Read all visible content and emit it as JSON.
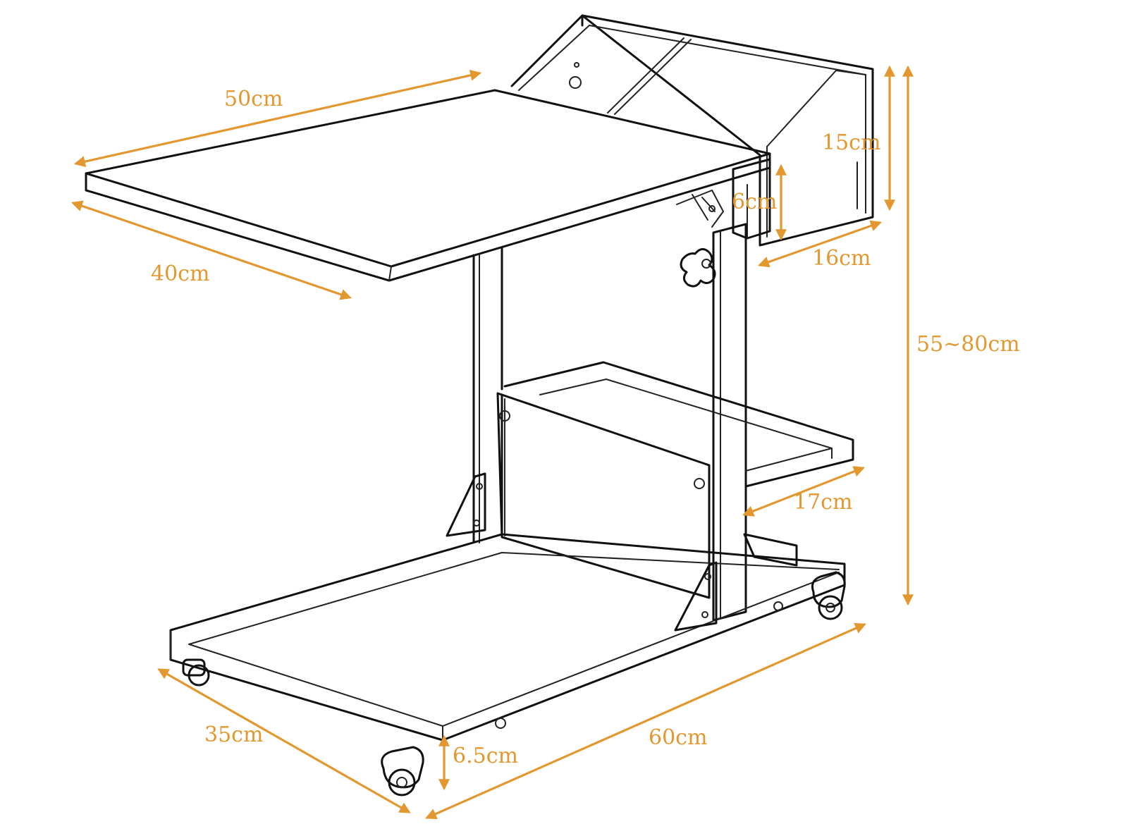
{
  "colors": {
    "accent": "#e3972f",
    "line": "#111111",
    "background": "#ffffff"
  },
  "diagram": {
    "subject": "rolling-height-adjustable-side-table",
    "dimensions": {
      "top_width": "50cm",
      "top_depth": "40cm",
      "tray_height": "15cm",
      "top_thickness": "6cm",
      "tray_depth": "16cm",
      "overall_height": "55~80cm",
      "shelf_depth": "17cm",
      "base_depth": "35cm",
      "base_width": "60cm",
      "base_clearance": "6.5cm"
    }
  }
}
